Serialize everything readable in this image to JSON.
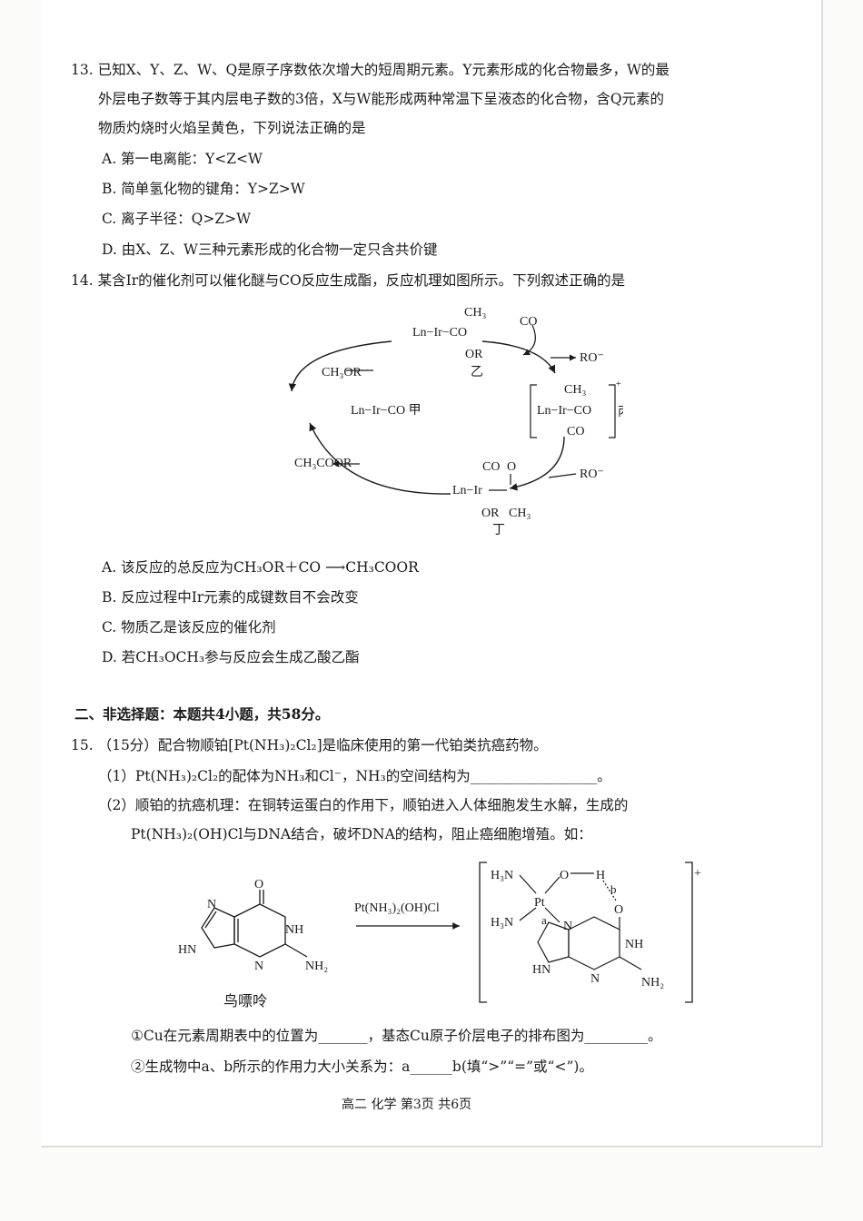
{
  "q13": {
    "line1": "13. 已知X、Y、Z、W、Q是原子序数依次增大的短周期元素。Y元素形成的化合物最多，W的最",
    "line2": "外层电子数等于其内层电子数的3倍，X与W能形成两种常温下呈液态的化合物，含Q元素的",
    "line3": "物质灼烧时火焰呈黄色，下列说法正确的是",
    "optA": "A. 第一电离能：Y<Z<W",
    "optB": "B. 简单氢化物的键角：Y>Z>W",
    "optC": "C. 离子半径：Q>Z>W",
    "optD": "D. 由X、Z、W三种元素形成的化合物一定只含共价键"
  },
  "q14": {
    "stem": "14. 某含Ir的催化剂可以催化醚与CO反应生成酯，反应机理如图所示。下列叙述正确的是",
    "diagram": {
      "yi_top": "CH₃",
      "yi_main": "Ln−Ir−CO",
      "yi_or": "OR",
      "yi_label": "乙",
      "co_in": "CO",
      "ro_out": "RO⁻",
      "bing_ch3": "CH₃",
      "bing_main": "Ln−Ir−CO",
      "bing_co": "CO",
      "bing_charge": "+",
      "bing_label": "丙",
      "jia": "Ln−Ir−CO 甲",
      "ch3or_in": "CH₃OR",
      "ch3coor_out": "CH₃COOR",
      "ro_in": "RO⁻",
      "ding_co": "CO",
      "ding_o": "O",
      "ding_main": "Ln−Ir",
      "ding_or": "OR",
      "ding_ch3": "CH₃",
      "ding_label": "丁"
    },
    "optA": "A. 该反应的总反应为CH₃OR＋CO ⟶CH₃COOR",
    "optB": "B. 反应过程中Ir元素的成键数目不会改变",
    "optC": "C. 物质乙是该反应的催化剂",
    "optD": "D. 若CH₃OCH₃参与反应会生成乙酸乙酯"
  },
  "section2": "二、非选择题：本题共4小题，共58分。",
  "q15": {
    "stem": "15. （15分）配合物顺铂[Pt(NH₃)₂Cl₂]是临床使用的第一代铂类抗癌药物。",
    "p1": "（1）Pt(NH₃)₂Cl₂的配体为NH₃和Cl⁻，NH₃的空间结构为__________________。",
    "p2a": "（2）顺铂的抗癌机理：在铜转运蛋白的作用下，顺铂进入人体细胞发生水解，生成的",
    "p2b": "Pt(NH₃)₂(OH)Cl与DNA结合，破坏DNA的结构，阻止癌细胞增殖。如：",
    "reagent": "Pt(NH₃)₂(OH)Cl",
    "guanine_name": "鸟嘌呤",
    "sub1": "①Cu在元素周期表中的位置为_______，基态Cu原子价层电子的排布图为_________。",
    "sub2": "②生成物中a、b所示的作用力大小关系为：a______b(填“>”“=”或“<”)。"
  },
  "footer": "高二 化学 第3页 共6页"
}
